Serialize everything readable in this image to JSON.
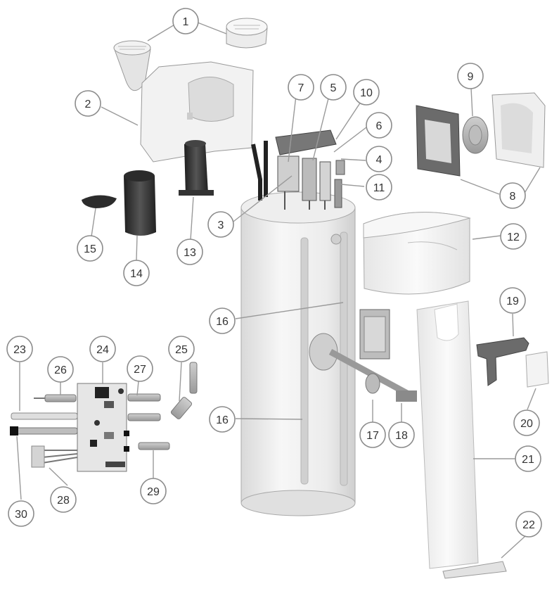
{
  "diagram": {
    "type": "exploded-parts-diagram",
    "callouts": [
      {
        "id": "c1",
        "label": "1"
      },
      {
        "id": "c2",
        "label": "2"
      },
      {
        "id": "c3",
        "label": "3"
      },
      {
        "id": "c4",
        "label": "4"
      },
      {
        "id": "c5",
        "label": "5"
      },
      {
        "id": "c6",
        "label": "6"
      },
      {
        "id": "c7",
        "label": "7"
      },
      {
        "id": "c8",
        "label": "8"
      },
      {
        "id": "c9",
        "label": "9"
      },
      {
        "id": "c10",
        "label": "10"
      },
      {
        "id": "c11",
        "label": "11"
      },
      {
        "id": "c12",
        "label": "12"
      },
      {
        "id": "c13",
        "label": "13"
      },
      {
        "id": "c14",
        "label": "14"
      },
      {
        "id": "c15",
        "label": "15"
      },
      {
        "id": "c16a",
        "label": "16"
      },
      {
        "id": "c16b",
        "label": "16"
      },
      {
        "id": "c17",
        "label": "17"
      },
      {
        "id": "c18",
        "label": "18"
      },
      {
        "id": "c19",
        "label": "19"
      },
      {
        "id": "c20",
        "label": "20"
      },
      {
        "id": "c21",
        "label": "21"
      },
      {
        "id": "c22",
        "label": "22"
      },
      {
        "id": "c23",
        "label": "23"
      },
      {
        "id": "c24",
        "label": "24"
      },
      {
        "id": "c25",
        "label": "25"
      },
      {
        "id": "c26",
        "label": "26"
      },
      {
        "id": "c27",
        "label": "27"
      },
      {
        "id": "c28",
        "label": "28"
      },
      {
        "id": "c29",
        "label": "29"
      },
      {
        "id": "c30",
        "label": "30"
      }
    ]
  }
}
